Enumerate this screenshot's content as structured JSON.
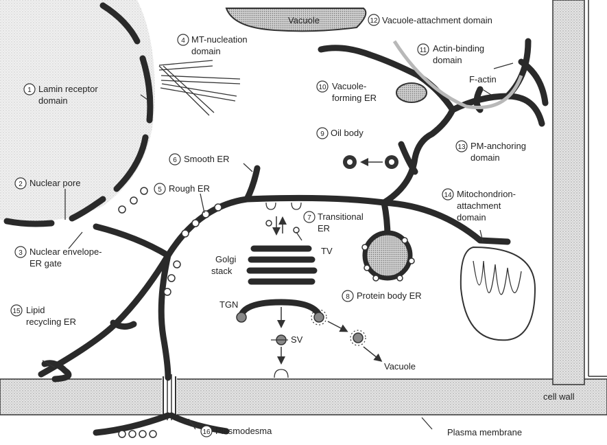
{
  "labels": {
    "vacuole_top": "Vacuole",
    "vacuole_attach": "Vacuole-attachment domain",
    "actin_binding_1": "Actin-binding",
    "actin_binding_2": "domain",
    "f_actin": "F-actin",
    "mt_nucleation_1": "MT-nucleation",
    "mt_nucleation_2": "domain",
    "lamin_1": "Lamin receptor",
    "lamin_2": "domain",
    "vacuole_forming_1": "Vacuole-",
    "vacuole_forming_2": "forming ER",
    "oil_body": "Oil body",
    "pm_anchoring_1": "PM-anchoring",
    "pm_anchoring_2": "domain",
    "smooth_er": "Smooth ER",
    "nuclear_pore": "Nuclear pore",
    "rough_er": "Rough ER",
    "mito_1": "Mitochondrion-",
    "mito_2": "attachment",
    "mito_3": "domain",
    "transitional_1": "Transitional",
    "transitional_2": "ER",
    "tv": "TV",
    "nuclear_env_1": "Nuclear envelope-",
    "nuclear_env_2": "ER gate",
    "golgi_1": "Golgi",
    "golgi_2": "stack",
    "protein_body": "Protein body ER",
    "lipid_1": "Lipid",
    "lipid_2": "recycling ER",
    "tgn": "TGN",
    "sv": "SV",
    "vacuole_bottom": "Vacuole",
    "cell_wall": "cell wall",
    "plasmodesma": "Plasmodesma",
    "plasma_membrane": "Plasma membrane"
  },
  "numbers": {
    "n1": "1",
    "n2": "2",
    "n3": "3",
    "n4": "4",
    "n5": "5",
    "n6": "6",
    "n7": "7",
    "n8": "8",
    "n9": "9",
    "n10": "10",
    "n11": "11",
    "n12": "12",
    "n13": "13",
    "n14": "14",
    "n15": "15",
    "n16": "16"
  }
}
